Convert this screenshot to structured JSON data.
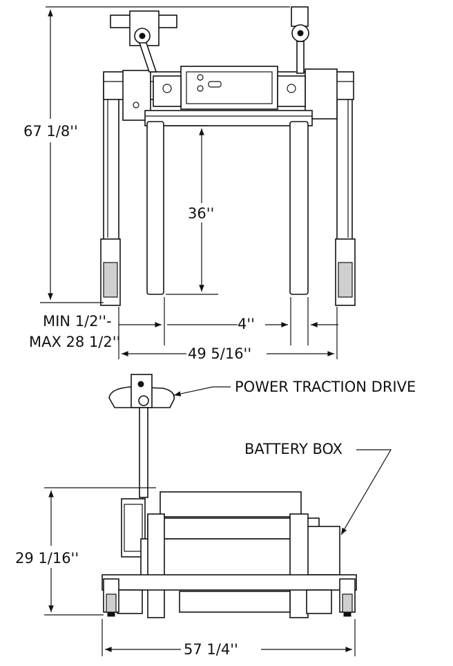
{
  "dimensions": {
    "overall_height": "67 1/8''",
    "leg_clearance": "36''",
    "min_label": "MIN 1/2''-",
    "max_label": "MAX 28 1/2''",
    "leg_width": "4''",
    "overall_width_top": "49 5/16''",
    "overall_height_bottom": "29 1/16''",
    "overall_width_bottom": "57 1/4''"
  },
  "callouts": {
    "power_traction_drive": "POWER TRACTION DRIVE",
    "battery_box": "BATTERY BOX"
  },
  "colors": {
    "line": "#111111",
    "background": "#ffffff"
  }
}
